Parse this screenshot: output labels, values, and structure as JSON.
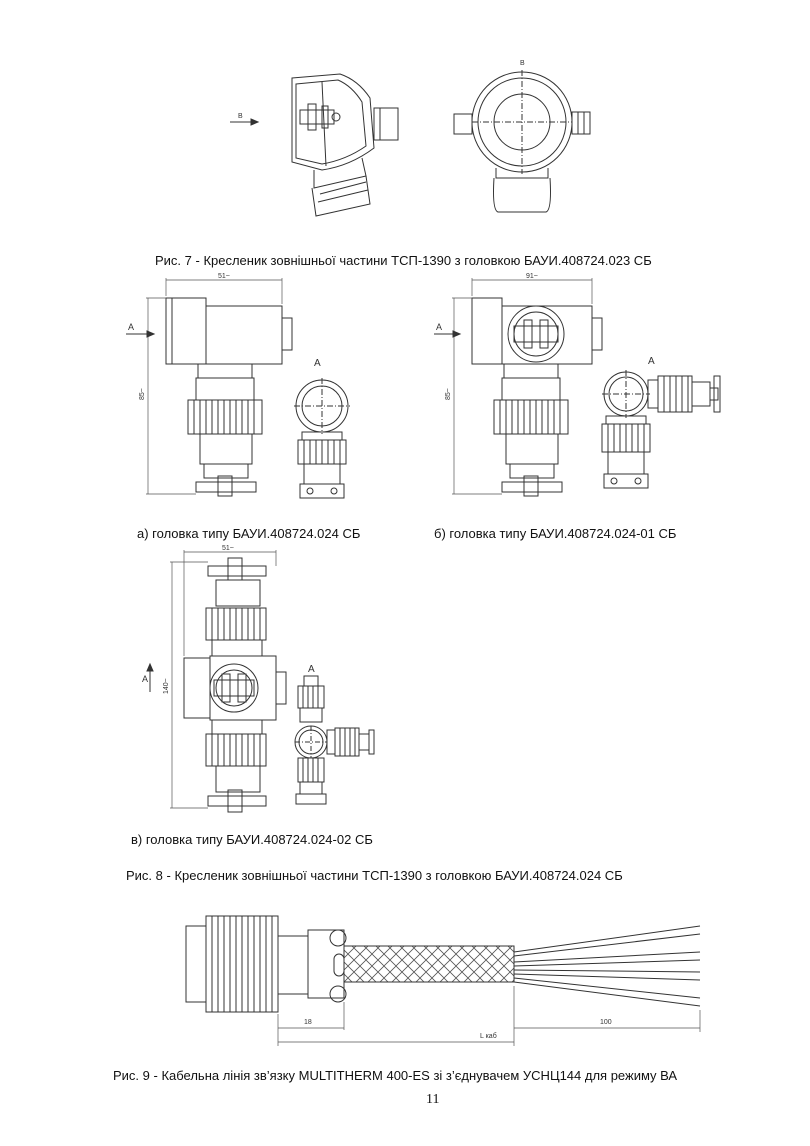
{
  "figure7": {
    "caption": "Рис. 7 - Кресленик зовнішньої частини ТСП-1390 з головкою БАУИ.408724.023 СБ",
    "labels": {
      "arrow_side": "В",
      "top_view": "В"
    }
  },
  "figure8": {
    "caption": "Рис. 8 - Кресленик  зовнішньої частини  ТСП-1390 з головкою БАУИ.408724.024 СБ",
    "subfigures": [
      {
        "caption": "а)  головка типу  БАУИ.408724.024 СБ",
        "width_dim": "51~",
        "height_dim": "85~",
        "view_label": "А",
        "arrow_label": "А"
      },
      {
        "caption": "б) головка типу  БАУИ.408724.024-01 СБ",
        "width_dim": "91~",
        "height_dim": "85~",
        "view_label": "А",
        "arrow_label": "А"
      },
      {
        "caption": "в) головка типу  БАУИ.408724.024-02 СБ",
        "width_dim": "51~",
        "height_dim": "140~",
        "view_label": "А",
        "arrow_label": "А"
      }
    ]
  },
  "figure9": {
    "caption": "Рис. 9 - Кабельна лінія  зв’язку MULTITHERM 400-ES зі з’єднувачем УСНЦ144 для режиму ВА",
    "dims": {
      "d1": "18",
      "length": "L каб",
      "tail": "100"
    }
  },
  "page_number": "11"
}
